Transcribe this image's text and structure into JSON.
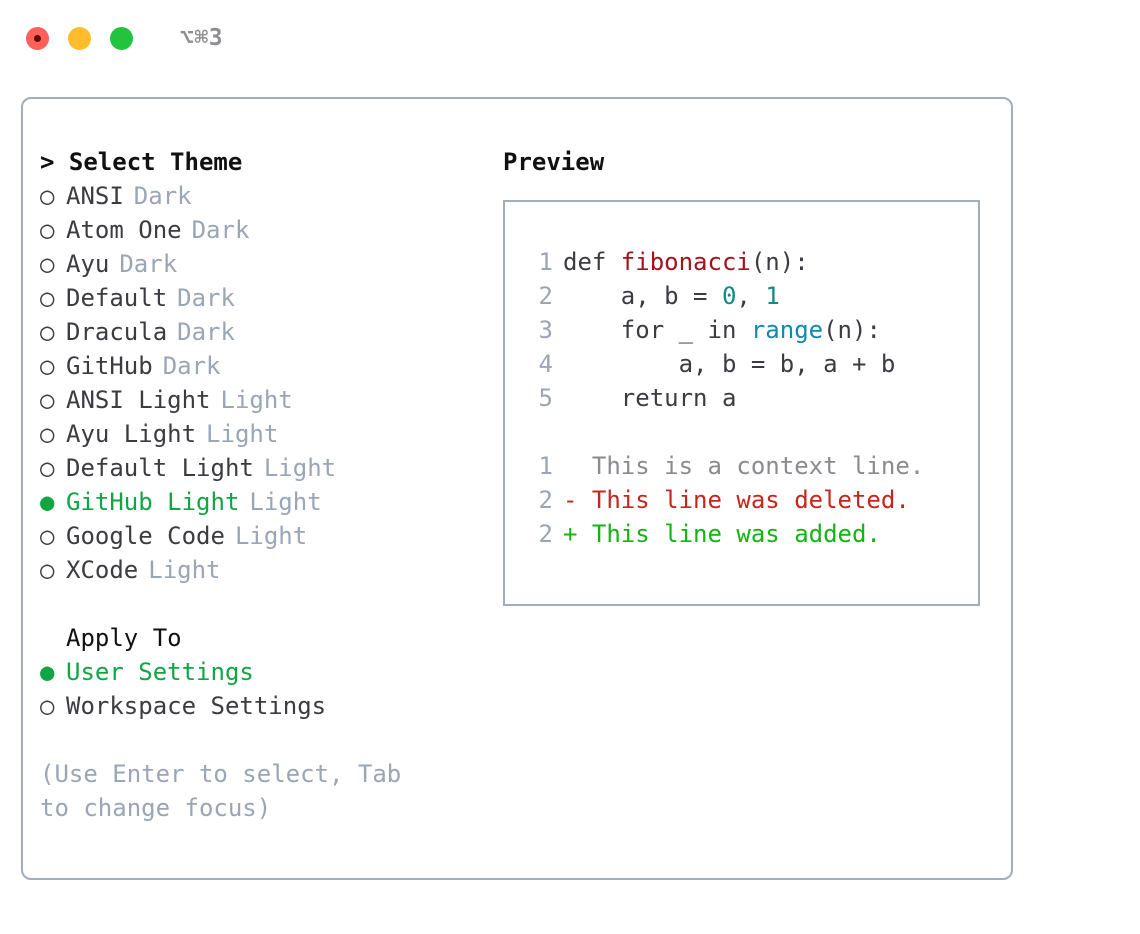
{
  "window": {
    "shortcut_label": "⌥⌘3",
    "traffic_lights": [
      {
        "name": "close",
        "color": "#ff6059"
      },
      {
        "name": "minimize",
        "color": "#ffbd2e"
      },
      {
        "name": "zoom",
        "color": "#22c33e"
      }
    ]
  },
  "colors": {
    "accent_green": "#10a644",
    "muted": "#9aa5b5",
    "text": "#3b3b42",
    "border": "#a3adbe",
    "syntax_function": "#a4111b",
    "syntax_call": "#1089ad",
    "syntax_number": "#0b8c86",
    "diff_deleted": "#c9241a",
    "diff_added": "#13b512",
    "diff_context": "#8a8a8f"
  },
  "theme_picker": {
    "title": "Select Theme",
    "title_prefix": "> ",
    "marker_selected": "●",
    "marker_unselected": "○",
    "options": [
      {
        "label": "ANSI",
        "badge": "Dark",
        "selected": false
      },
      {
        "label": "Atom One",
        "badge": "Dark",
        "selected": false
      },
      {
        "label": "Ayu",
        "badge": "Dark",
        "selected": false
      },
      {
        "label": "Default",
        "badge": "Dark",
        "selected": false
      },
      {
        "label": "Dracula",
        "badge": "Dark",
        "selected": false
      },
      {
        "label": "GitHub",
        "badge": "Dark",
        "selected": false
      },
      {
        "label": "ANSI Light",
        "badge": "Light",
        "selected": false
      },
      {
        "label": "Ayu Light",
        "badge": "Light",
        "selected": false
      },
      {
        "label": "Default Light",
        "badge": "Light",
        "selected": false
      },
      {
        "label": "GitHub Light",
        "badge": "Light",
        "selected": true
      },
      {
        "label": "Google Code",
        "badge": "Light",
        "selected": false
      },
      {
        "label": "XCode",
        "badge": "Light",
        "selected": false
      }
    ]
  },
  "apply_to": {
    "heading": "Apply To",
    "options": [
      {
        "label": "User Settings",
        "selected": true
      },
      {
        "label": "Workspace Settings",
        "selected": false
      }
    ]
  },
  "hint": "(Use Enter to select, Tab to change focus)",
  "preview": {
    "title": "Preview",
    "code_lines": [
      {
        "lineno": "1",
        "tokens": [
          {
            "text": "def ",
            "type": "plain"
          },
          {
            "text": "fibonacci",
            "type": "function"
          },
          {
            "text": "(n):",
            "type": "plain"
          }
        ]
      },
      {
        "lineno": "2",
        "tokens": [
          {
            "text": "    a, b = ",
            "type": "plain"
          },
          {
            "text": "0",
            "type": "number"
          },
          {
            "text": ", ",
            "type": "plain"
          },
          {
            "text": "1",
            "type": "number"
          }
        ]
      },
      {
        "lineno": "3",
        "tokens": [
          {
            "text": "    for _ in ",
            "type": "plain"
          },
          {
            "text": "range",
            "type": "call"
          },
          {
            "text": "(n):",
            "type": "plain"
          }
        ]
      },
      {
        "lineno": "4",
        "tokens": [
          {
            "text": "        a, b = b, a + b",
            "type": "plain"
          }
        ]
      },
      {
        "lineno": "5",
        "tokens": [
          {
            "text": "    return a",
            "type": "plain"
          }
        ]
      }
    ],
    "diff_lines": [
      {
        "lineno": "1",
        "kind": "context",
        "text": "  This is a context line."
      },
      {
        "lineno": "2",
        "kind": "deleted",
        "text": "- This line was deleted."
      },
      {
        "lineno": "2",
        "kind": "added",
        "text": "+ This line was added."
      }
    ]
  }
}
